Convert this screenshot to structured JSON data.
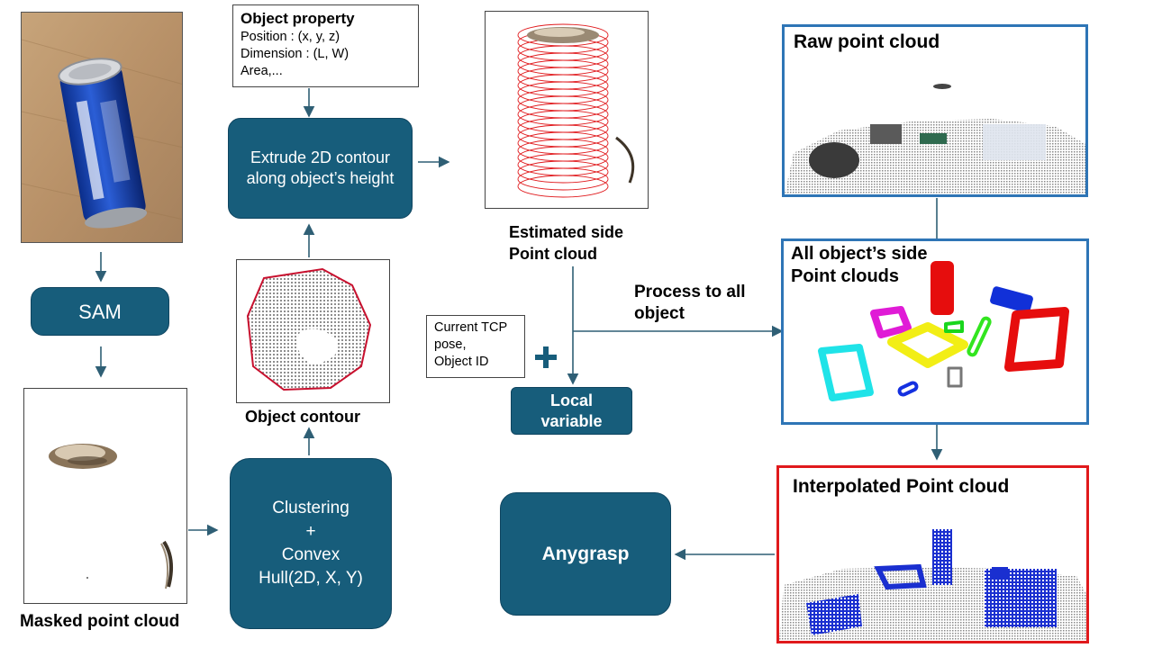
{
  "nodes": {
    "sam": "SAM",
    "extrude": "Extrude 2D contour along object’s height",
    "clustering": "Clustering\n+\nConvex\nHull(2D, X, Y)",
    "local_variable": "Local\nvariable",
    "anygrasp": "Anygrasp"
  },
  "object_property": {
    "title": "Object property",
    "lines": [
      "Position : (x, y, z)",
      "Dimension : (L, W)",
      "Area,..."
    ]
  },
  "tcp_box": {
    "lines": [
      "Current TCP",
      "pose,",
      "Object ID"
    ]
  },
  "captions": {
    "masked": "Masked point cloud",
    "contour": "Object contour",
    "estimated": "Estimated side\nPoint cloud",
    "process": "Process to all\nobject"
  },
  "panels": {
    "raw": "Raw point cloud",
    "all_side": "All object’s side\nPoint clouds",
    "interpolated": "Interpolated Point cloud"
  },
  "colors": {
    "node": "#175d7b",
    "arrow": "#2f5f75",
    "panel_border_blue": "#2e75b6",
    "panel_border_red": "#e0191c",
    "contour_red": "#c8102e"
  },
  "icons": {
    "plus": "plus-icon",
    "can_photo": "photo of a blue drink can on a wooden table"
  }
}
